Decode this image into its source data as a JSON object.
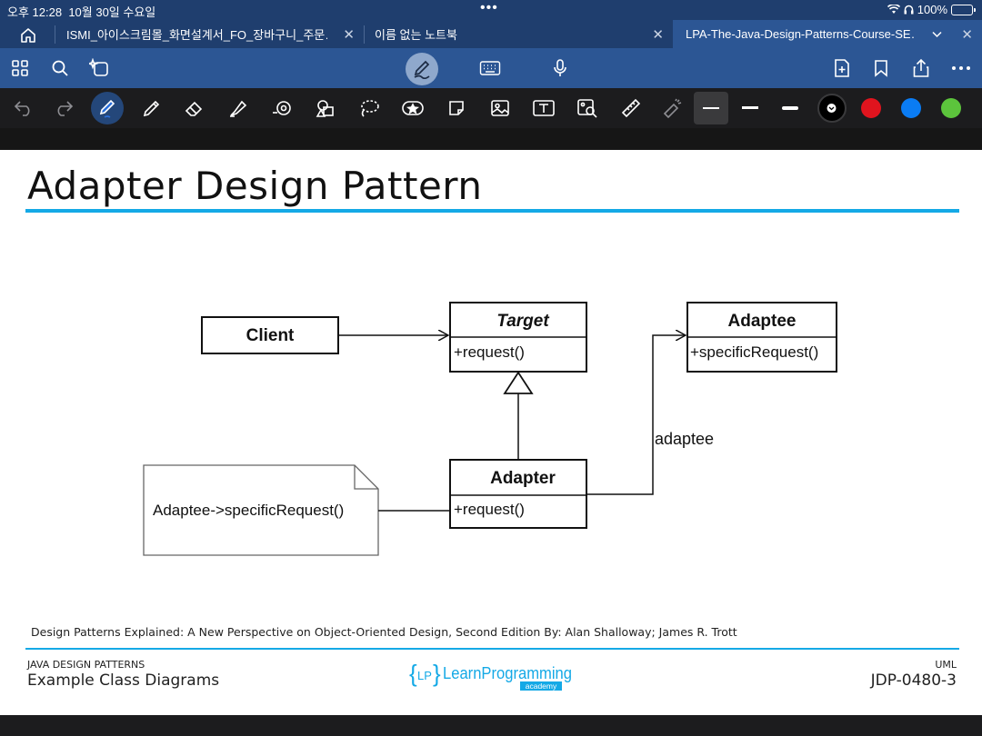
{
  "status_bar": {
    "time": "오후 12:28",
    "date": "10월 30일 수요일",
    "battery_percent": "100%",
    "battery_level": 1.0
  },
  "tabs": [
    {
      "label": "ISMI_아이스크림몰_화면설계서_FO_장바구니_주문…",
      "active": false
    },
    {
      "label": "이름 없는 노트북",
      "active": false
    },
    {
      "label": "LPA-The-Java-Design-Patterns-Course-SE…",
      "active": true
    }
  ],
  "toolbar": {
    "left_icons": [
      "grid-icon",
      "search-icon",
      "lasso-sparkle-icon"
    ],
    "center_icons": [
      "pen-mode-icon",
      "keyboard-icon",
      "microphone-icon"
    ],
    "right_icons": [
      "add-page-icon",
      "bookmark-icon",
      "share-icon",
      "more-icon"
    ]
  },
  "tools": {
    "items": [
      "undo-icon",
      "redo-icon",
      "pen-icon",
      "pencil-icon",
      "eraser-icon",
      "highlighter-icon",
      "shape-icon",
      "element-icon",
      "lasso-icon",
      "sticker-icon",
      "sticky-note-icon",
      "image-icon",
      "text-icon",
      "camera-scan-icon",
      "ruler-icon",
      "laser-pointer-icon"
    ],
    "colors": [
      "#000000",
      "#e0141e",
      "#0a7cf4",
      "#5cc43c"
    ],
    "selected_color": "#000000",
    "accent": "#14a9e6"
  },
  "slide": {
    "title": "Adapter Design Pattern",
    "diagram": {
      "client": "Client",
      "target_name": "Target",
      "target_op": "+request()",
      "adaptee_name": "Adaptee",
      "adaptee_op": "+specificRequest()",
      "adapter_name": "Adapter",
      "adapter_op": "+request()",
      "note": "Adaptee->specificRequest()",
      "association": "adaptee"
    },
    "citation": "Design Patterns Explained: A New Perspective on Object-Oriented Design, Second Edition   By: Alan Shalloway; James R. Trott",
    "footer": {
      "course": "JAVA DESIGN PATTERNS",
      "topic": "Example Class Diagrams",
      "category": "UML",
      "code": "JDP-0480-3",
      "logo_text": "LearnProgramming",
      "logo_sub": "academy"
    }
  }
}
